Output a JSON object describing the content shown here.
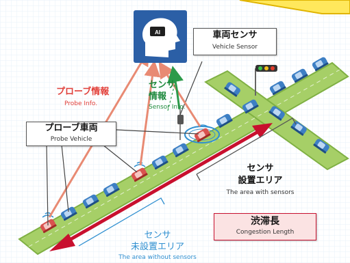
{
  "ai_chip_label": "AI",
  "vehicle_sensor": {
    "jp": "車両センサ",
    "en": "Vehicle Sensor"
  },
  "probe_info": {
    "jp": "プローブ情報",
    "en": "Probe Info."
  },
  "sensor_info": {
    "jp_line1": "センサ",
    "jp_line2": "情報",
    "en": "Sensor Info."
  },
  "probe_vehicle": {
    "jp": "プローブ車両",
    "en": "Probe Vehicle"
  },
  "area_with_sensors": {
    "jp_line1": "センサ",
    "jp_line2": "設置エリア",
    "en": "The area with sensors"
  },
  "congestion_length": {
    "jp": "渋滞長",
    "en": "Congestion Length"
  },
  "area_without_sensors": {
    "jp_line1": "センサ",
    "jp_line2": "未設置エリア",
    "en": "The area without sensors"
  },
  "colors": {
    "road": "#a6cf67",
    "road_edge": "#7fb043",
    "car_blue": "#3d7fc4",
    "car_red": "#d9534f",
    "probe_arrow": "#e88a73",
    "sensor_arrow": "#2c9a4a",
    "congestion_arrow": "#c8102e",
    "ai_box": "#2b5fa6",
    "callout_yellow": "#ffe85c",
    "background_grid": "#e7f0f8"
  }
}
